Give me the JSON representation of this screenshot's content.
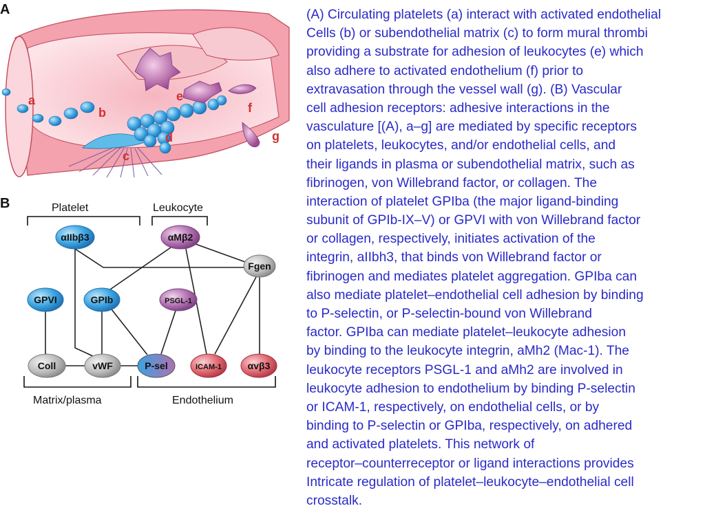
{
  "panel_a": {
    "label": "A",
    "part_labels": [
      "a",
      "b",
      "c",
      "d",
      "e",
      "f",
      "g"
    ]
  },
  "panel_b": {
    "label": "B",
    "group_labels": {
      "platelet": "Platelet",
      "leukocyte": "Leukocyte",
      "matrix_plasma": "Matrix/plasma",
      "endothelium": "Endothelium"
    },
    "nodes": [
      {
        "id": "aIIbb3",
        "label": "αIIbβ3",
        "color": "blue"
      },
      {
        "id": "aMb2",
        "label": "αMβ2",
        "color": "purple"
      },
      {
        "id": "Fgen",
        "label": "Fgen",
        "color": "gray"
      },
      {
        "id": "GPVI",
        "label": "GPVI",
        "color": "blue"
      },
      {
        "id": "GPIb",
        "label": "GPIb",
        "color": "blue"
      },
      {
        "id": "PSGL1",
        "label": "PSGL-1",
        "color": "purple"
      },
      {
        "id": "Coll",
        "label": "Coll",
        "color": "gray"
      },
      {
        "id": "vWF",
        "label": "vWF",
        "color": "gray"
      },
      {
        "id": "Psel",
        "label": "P-sel",
        "color": "blue-purple"
      },
      {
        "id": "ICAM1",
        "label": "ICAM-1",
        "color": "red"
      },
      {
        "id": "avb3",
        "label": "αvβ3",
        "color": "red"
      }
    ],
    "edges": [
      [
        "aIIbb3",
        "Fgen"
      ],
      [
        "aIIbb3",
        "vWF"
      ],
      [
        "aMb2",
        "Fgen"
      ],
      [
        "aMb2",
        "GPIb"
      ],
      [
        "aMb2",
        "ICAM1"
      ],
      [
        "GPVI",
        "Coll"
      ],
      [
        "GPIb",
        "vWF"
      ],
      [
        "GPIb",
        "Psel"
      ],
      [
        "PSGL1",
        "Psel"
      ],
      [
        "Coll",
        "vWF"
      ],
      [
        "vWF",
        "Psel"
      ],
      [
        "Fgen",
        "ICAM1"
      ],
      [
        "Fgen",
        "avb3"
      ]
    ]
  },
  "caption_lines": [
    "(A) Circulating platelets (a) interact with activated endothelial",
    "Cells (b) or subendothelial matrix (c) to form mural thrombi",
    "providing a substrate for adhesion of leukocytes (e) which",
    "also adhere to activated endothelium (f) prior to",
    "extravasation through the vessel wall (g). (B) Vascular",
    "cell adhesion receptors: adhesive interactions in the",
    "vasculature [(A), a–g] are mediated by specific receptors",
    "on platelets, leukocytes, and/or endothelial cells, and",
    "their ligands in plasma or subendothelial matrix, such as",
    "fibrinogen, von Willebrand factor, or collagen. The",
    "interaction of platelet GPIba (the major ligand-binding",
    "subunit of GPIb-IX–V) or GPVI with von Willebrand factor",
    "or collagen, respectively, initiates activation of the",
    "integrin, aIIbh3, that binds von Willebrand factor or",
    "fibrinogen and mediates platelet aggregation. GPIba can",
    "also mediate platelet–endothelial cell adhesion by binding",
    "to P-selectin, or P-selectin-bound von Willebrand",
    "factor. GPIba can mediate platelet–leukocyte adhesion",
    "by binding to the leukocyte integrin, aMh2 (Mac-1). The",
    "leukocyte receptors PSGL-1 and aMh2 are involved in",
    "leukocyte adhesion to endothelium by binding P-selectin",
    "or ICAM-1, respectively, on endothelial cells, or by",
    "binding to P-selectin or GPIba, respectively, on adhered",
    "and activated platelets. This network of",
    "receptor–counterreceptor or ligand interactions provides",
    "Intricate regulation of platelet–leukocyte–endothelial cell",
    "crosstalk."
  ],
  "colors": {
    "caption_text": "#2a2ac8",
    "node_blue": "#3aa3e0",
    "node_purple": "#b070b0",
    "node_gray": "#b8b8b8",
    "node_red": "#e06870",
    "vessel_pink": "#f4a9b4",
    "label_red": "#d03030"
  }
}
